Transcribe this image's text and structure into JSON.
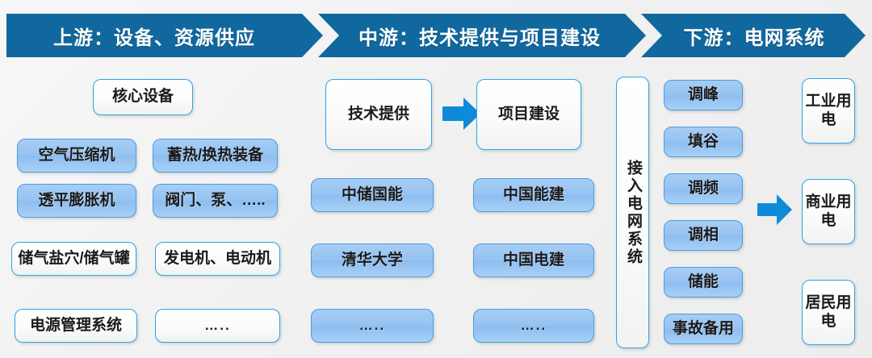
{
  "banner": {
    "segments": [
      {
        "label": "上游：设备、资源供应",
        "name": "banner-upstream"
      },
      {
        "label": "中游：技术提供与项目建设",
        "name": "banner-midstream"
      },
      {
        "label": "下游：电网系统",
        "name": "banner-downstream"
      }
    ],
    "color": "#10689f",
    "text_color": "#ffffff"
  },
  "upstream": {
    "header_box": "核心设备",
    "items_left": [
      "空气压缩机",
      "透平膨胀机",
      "储气盐穴/储气罐",
      "电源管理系统"
    ],
    "items_right": [
      "蓄热/换热装备",
      "阀门、泵、…..",
      "发电机、电动机",
      "….."
    ]
  },
  "midstream": {
    "col1_header": "技术提供",
    "col2_header": "项目建设",
    "col1_items": [
      "中储国能",
      "清华大学",
      "….."
    ],
    "col2_items": [
      "中国能建",
      "中国电建",
      "….."
    ],
    "arrow": "right-arrow"
  },
  "downstream": {
    "grid_box": "接入电网系统",
    "services": [
      "调峰",
      "填谷",
      "调频",
      "调相",
      "储能",
      "事故备用"
    ],
    "consumers": [
      "工业用电",
      "商业用电",
      "居民用电"
    ],
    "arrow": "right-arrow"
  },
  "colors": {
    "banner_blue": "#10689f",
    "node_border": "#2aa3e8",
    "node_blue_fill": "#9cc7f3",
    "arrow_blue": "#0d8bd9",
    "background": "#f2f2f2"
  }
}
